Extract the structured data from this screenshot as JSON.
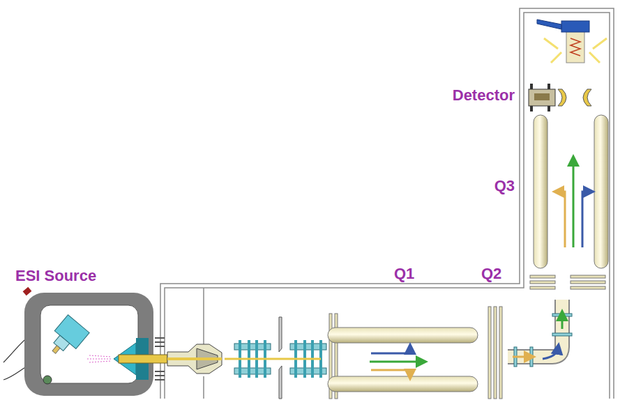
{
  "diagram": {
    "labels": [
      "Detector",
      "Q3",
      "ESI Source",
      "Q1",
      "Q2"
    ]
  }
}
